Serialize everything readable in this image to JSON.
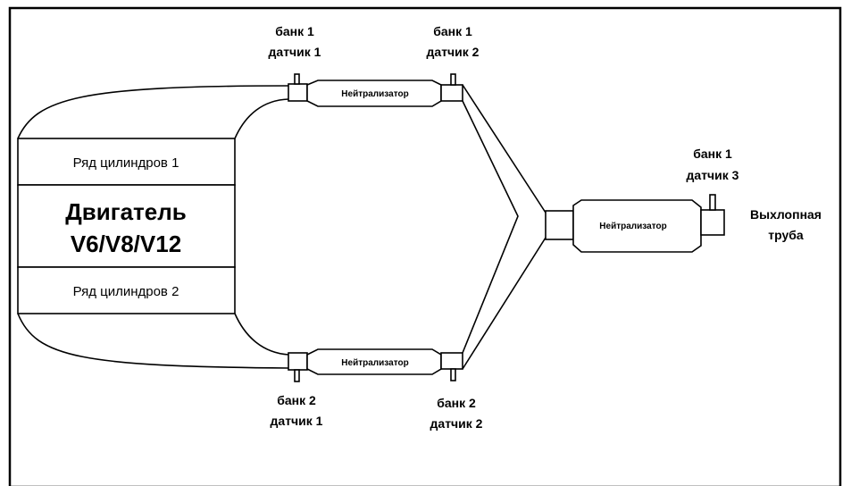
{
  "engine": {
    "row1": "Ряд цилиндров 1",
    "title_line1": "Двигатель",
    "title_line2": "V6/V8/V12",
    "row2": "Ряд цилиндров 2"
  },
  "catalyst_label": "Нейтрализатор",
  "sensors": {
    "b1s1": {
      "line1": "банк 1",
      "line2": "датчик 1"
    },
    "b1s2": {
      "line1": "банк 1",
      "line2": "датчик 2"
    },
    "b1s3": {
      "line1": "банк 1",
      "line2": "датчик 3"
    },
    "b2s1": {
      "line1": "банк 2",
      "line2": "датчик 1"
    },
    "b2s2": {
      "line1": "банк 2",
      "line2": "датчик 2"
    }
  },
  "exhaust": {
    "line1": "Выхлопная",
    "line2": "труба"
  }
}
